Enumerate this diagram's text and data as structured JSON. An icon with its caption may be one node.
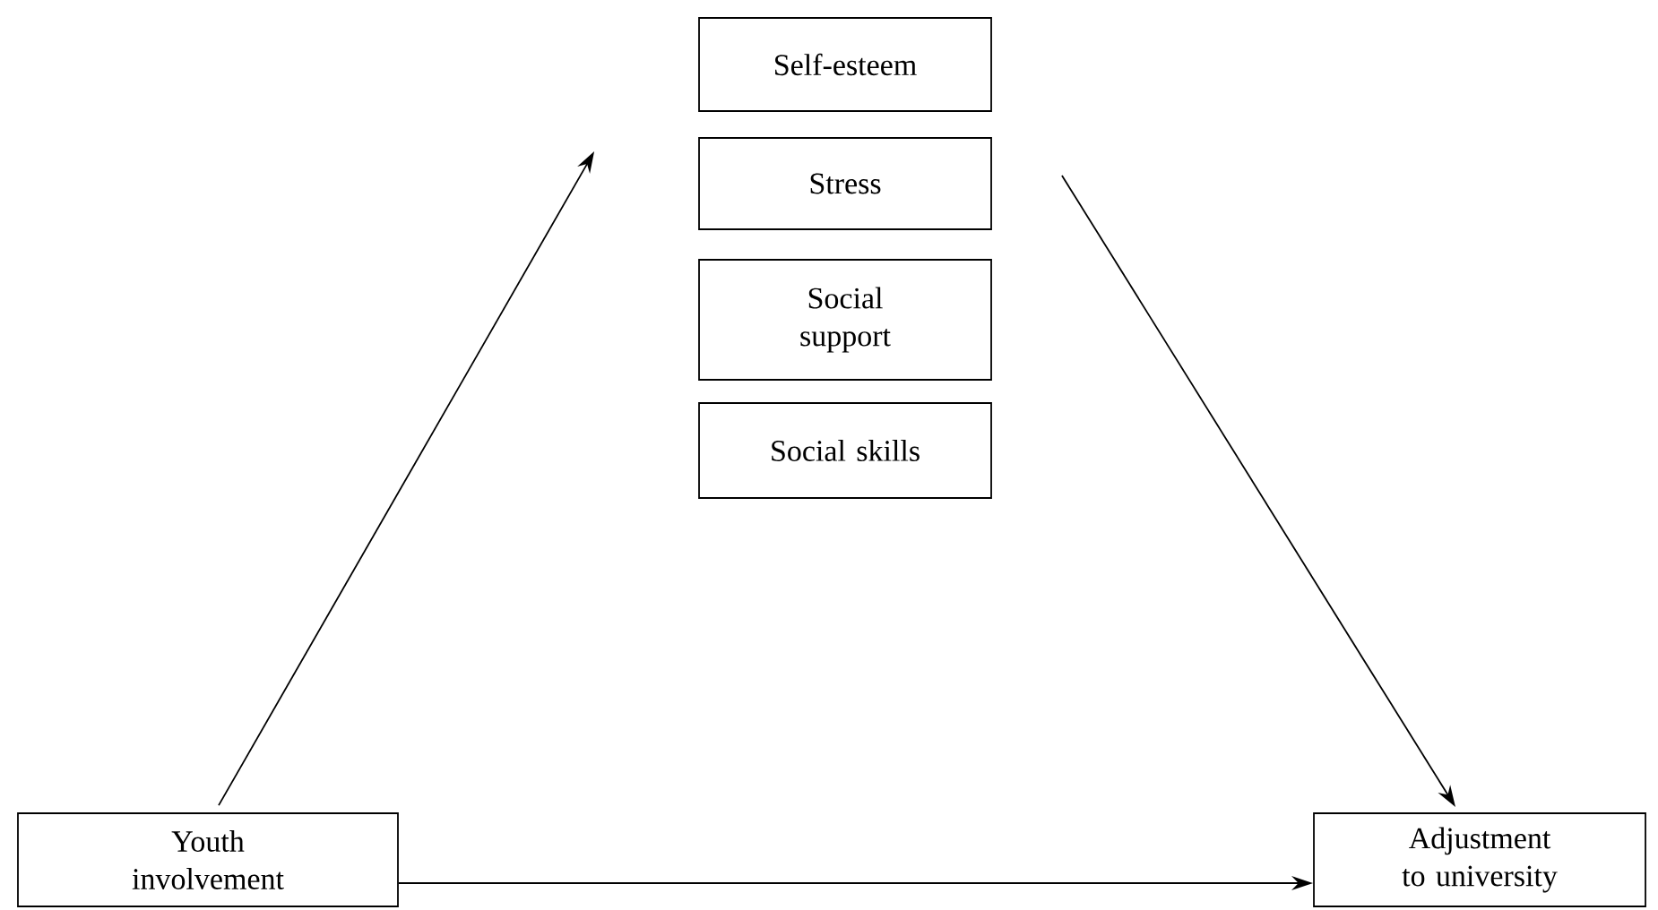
{
  "diagram": {
    "nodes": [
      {
        "text": [
          "Self-esteem"
        ]
      },
      {
        "text": [
          "Stress"
        ]
      },
      {
        "text": [
          "Social support"
        ]
      },
      {
        "text": [
          "Social skills"
        ]
      },
      {
        "text": [
          "Youth involvement"
        ]
      },
      {
        "text": [
          "Adjustment to university"
        ]
      }
    ],
    "edges": [
      {
        "from": 4,
        "to": 1,
        "arrow": "to"
      },
      {
        "from": 1,
        "to": 5,
        "arrow": "to"
      },
      {
        "from": 4,
        "to": 5,
        "arrow": "to"
      }
    ]
  }
}
